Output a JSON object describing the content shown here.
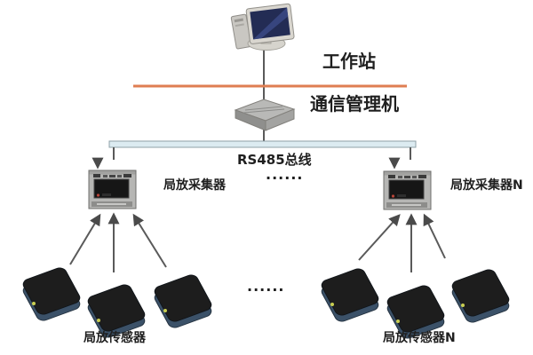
{
  "diagram": {
    "workstation_label": "工作站",
    "comm_manager_label": "通信管理机",
    "bus_label": "RS485总线",
    "collector_left_label": "局放采集器",
    "collector_right_label": "局放采集器N",
    "collector_ellipsis": "......",
    "sensor_left_label": "局放传感器",
    "sensor_right_label": "局放传感器N",
    "sensor_ellipsis": "......",
    "icons": {
      "workstation": "desktop-computer-icon",
      "comm_manager": "network-hub-icon",
      "collector": "pd-collector-device-icon",
      "sensor": "pd-sensor-device-icon"
    },
    "colors": {
      "background": "#ffffff",
      "separator_line": "#df7e52",
      "bus_fill": "#dcebf1",
      "bus_border": "#8fa0a8",
      "connector_line": "#5a5a5a",
      "text": "#1f1f1f",
      "device_gray": "#b6b6b4",
      "screen_dark": "#161616",
      "sensor_top": "#1d1d1d",
      "sensor_side": "#3b5168"
    }
  }
}
